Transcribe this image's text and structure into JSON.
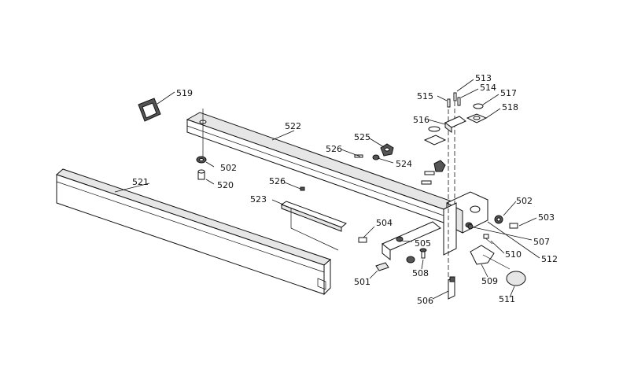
{
  "diagram": {
    "callouts": {
      "c501": "501",
      "c502a": "502",
      "c502b": "502",
      "c503": "503",
      "c504": "504",
      "c505": "505",
      "c506": "506",
      "c507": "507",
      "c508": "508",
      "c509": "509",
      "c510": "510",
      "c511": "511",
      "c512": "512",
      "c513": "513",
      "c514": "514",
      "c515": "515",
      "c516": "516",
      "c517": "517",
      "c518": "518",
      "c519": "519",
      "c520": "520",
      "c521": "521",
      "c522": "522",
      "c523": "523",
      "c524": "524",
      "c525": "525",
      "c526a": "526",
      "c526b": "526"
    }
  }
}
